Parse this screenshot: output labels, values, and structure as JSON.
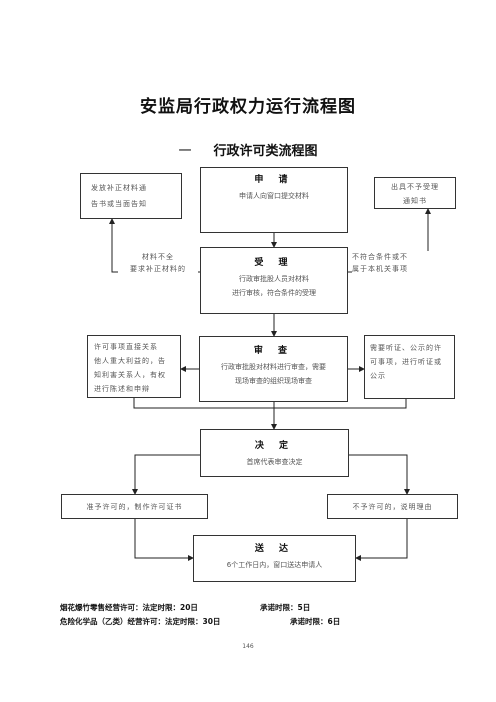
{
  "title": "安监局行政权力运行流程图",
  "subtitle": {
    "num": "一",
    "text": "行政许可类流程图"
  },
  "nodes": {
    "apply": {
      "head": "申 请",
      "l1": "申请人向窗口提交材料"
    },
    "accept": {
      "head": "受 理",
      "l1": "行政审批股人员对材料",
      "l2": "进行审核，符合条件的受理"
    },
    "review": {
      "head": "审 查",
      "l1": "行政审批股对材料进行审查，需要",
      "l2": "现场审查的组织现场审查"
    },
    "decide": {
      "head": "决 定",
      "l1": "首席代表审查决定"
    },
    "deliver": {
      "head": "送 达",
      "l1": "6个工作日内，窗口送达申请人"
    }
  },
  "side_nodes": {
    "notify_supplement": {
      "l1": "发放补正材料通",
      "l2": "告书或当面告知"
    },
    "reject_notice": {
      "l1": "出具不予受理",
      "l2": "通知书"
    },
    "stakeholder": {
      "l1": "许可事项直接关系",
      "l2": "他人重大利益的，告",
      "l3": "知利害关系人，有权",
      "l4": "进行陈述和申辩"
    },
    "hearing": {
      "l1": "需要听证、公示的许",
      "l2": "可事项，进行听证或",
      "l3": "公示"
    },
    "approve": {
      "l1": "准予许可的，制作许可证书"
    },
    "deny": {
      "l1": "不予许可的，说明理由"
    }
  },
  "edge_labels": {
    "incomplete": {
      "l1": "材料不全",
      "l2": "要求补正材料的"
    },
    "unqualified": {
      "l1": "不符合条件或不",
      "l2": "属于本机关事项"
    }
  },
  "footer": [
    {
      "item": "烟花爆竹零售经营许可：法定时限：20日",
      "promise": "承诺时限：5日"
    },
    {
      "item": "危险化学品（乙类）经营许可：法定时限：30日",
      "promise": "承诺时限：6日"
    }
  ],
  "page_number": "146"
}
